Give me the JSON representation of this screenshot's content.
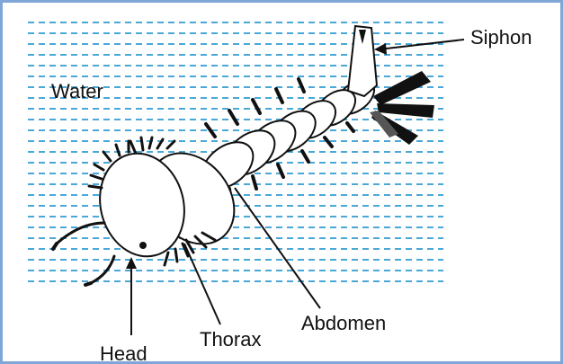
{
  "labels": {
    "water": "Water",
    "siphon": "Siphon",
    "head": "Head",
    "thorax": "Thorax",
    "abdomen": "Abdomen"
  },
  "colors": {
    "frame": "#7fa6d6",
    "water_lines": "#4aa8d8",
    "ink": "#111111"
  }
}
